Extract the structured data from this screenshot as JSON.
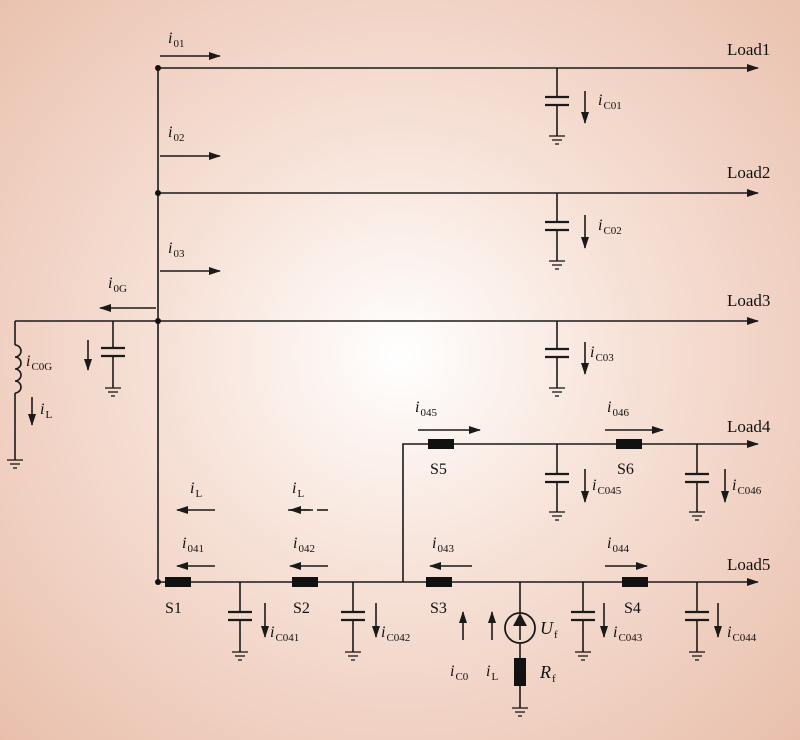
{
  "loads": [
    "Load1",
    "Load2",
    "Load3",
    "Load4",
    "Load5"
  ],
  "switches": [
    "S1",
    "S2",
    "S3",
    "S4",
    "S5",
    "S6"
  ],
  "currents": {
    "i01": {
      "main": "i",
      "sub": "01"
    },
    "i02": {
      "main": "i",
      "sub": "02"
    },
    "i03": {
      "main": "i",
      "sub": "03"
    },
    "i0G": {
      "main": "i",
      "sub": "0G"
    },
    "iC0G": {
      "main": "i",
      "sub": "C0G"
    },
    "iL_coil": {
      "main": "i",
      "sub": "L"
    },
    "iC01": {
      "main": "i",
      "sub": "C01"
    },
    "iC02": {
      "main": "i",
      "sub": "C02"
    },
    "iC03": {
      "main": "i",
      "sub": "C03"
    },
    "i045": {
      "main": "i",
      "sub": "045"
    },
    "i046": {
      "main": "i",
      "sub": "046"
    },
    "iC045": {
      "main": "i",
      "sub": "C045"
    },
    "iC046": {
      "main": "i",
      "sub": "C046"
    },
    "iL_s1": {
      "main": "i",
      "sub": "L"
    },
    "iL_s2": {
      "main": "i",
      "sub": "L"
    },
    "i041": {
      "main": "i",
      "sub": "041"
    },
    "i042": {
      "main": "i",
      "sub": "042"
    },
    "i043": {
      "main": "i",
      "sub": "043"
    },
    "i044": {
      "main": "i",
      "sub": "044"
    },
    "iC041": {
      "main": "i",
      "sub": "C041"
    },
    "iC042": {
      "main": "i",
      "sub": "C042"
    },
    "iC043": {
      "main": "i",
      "sub": "C043"
    },
    "iC044": {
      "main": "i",
      "sub": "C044"
    },
    "iC0": {
      "main": "i",
      "sub": "C0"
    },
    "iL_f": {
      "main": "i",
      "sub": "L"
    }
  },
  "source": {
    "main": "U",
    "sub": "f"
  },
  "resistor": {
    "main": "R",
    "sub": "f"
  }
}
